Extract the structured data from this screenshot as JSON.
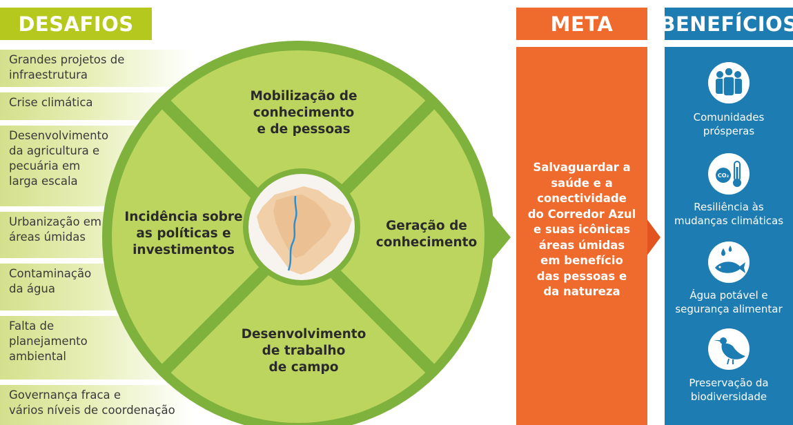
{
  "headers": {
    "desafios": "DESAFIOS",
    "meta": "META",
    "beneficios": "BENEFÍCIOS"
  },
  "challenges": [
    "Grandes projetos de\ninfraestrutura",
    "Crise climática",
    "Desenvolvimento\nda agricultura e\npecuária em\nlarga escala",
    "Urbanização em\náreas úmidas",
    "Contaminação\nda água",
    "Falta de\nplanejamento\nambiental",
    "Governança fraca e\nvários níveis de coordenação"
  ],
  "wheel": {
    "top": "Mobilização de\nconhecimento\ne de pessoas",
    "right": "Geração de\nconhecimento",
    "bottom": "Desenvolvimento\nde trabalho\nde campo",
    "left": "Incidência sobre\nas políticas e\ninvestimentos"
  },
  "meta": "Salvaguardar a\nsaúde e a\nconectividade\ndo Corredor Azul\ne suas icônicas\náreas úmidas\nem benefício\ndas pessoas e\nda natureza",
  "benefits": [
    {
      "label": "Comunidades\nprósperas",
      "icon": "people-icon"
    },
    {
      "label": "Resiliência às\nmudanças climáticas",
      "icon": "co2-thermometer-icon"
    },
    {
      "label": "Água potável e\nsegurança alimentar",
      "icon": "water-fish-icon"
    },
    {
      "label": "Preservação da\nbiodiversidade",
      "icon": "bird-icon"
    }
  ],
  "icon_text": {
    "co2": "CO₂"
  },
  "colors": {
    "green": "#b5c81d",
    "wheel_fill": "#bcd55f",
    "wheel_ring": "#7fb13d",
    "orange": "#ee6b2d",
    "blue": "#1d7cb1"
  }
}
